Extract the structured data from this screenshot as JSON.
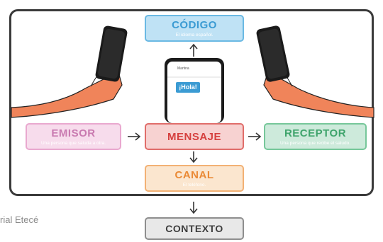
{
  "codigo": {
    "title": "CÓDIGO",
    "sub": "El idioma español."
  },
  "emisor": {
    "title": "EMISOR",
    "sub": "Una persona que saluda a otra."
  },
  "mensaje": {
    "title": "MENSAJE"
  },
  "receptor": {
    "title": "RECEPTOR",
    "sub": "Una persona que recibe el saludo."
  },
  "canal": {
    "title": "CANAL",
    "sub": "El teléfono."
  },
  "contexto": {
    "title": "CONTEXTO"
  },
  "phone": {
    "chat_bubble": "¡Hola!",
    "contact": "Martina"
  },
  "credit": "rial Etecé",
  "colors": {
    "codigo": "#3b9bd3",
    "emisor": "#c97ab0",
    "mensaje": "#d6413f",
    "receptor": "#3fa46c",
    "canal": "#ea8a36",
    "contexto": "#3d3d3d",
    "skin": "#f0845a"
  }
}
